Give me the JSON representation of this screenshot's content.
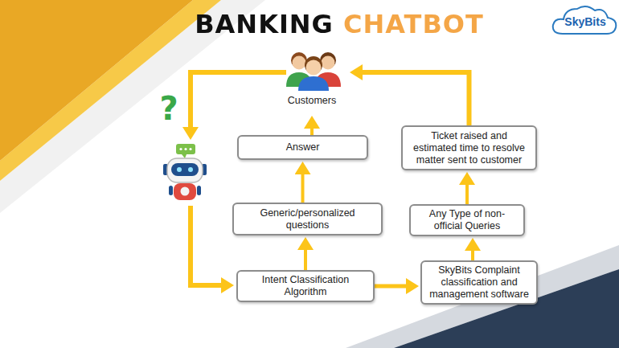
{
  "diagram": {
    "title": "BANKING CHATBOT",
    "nodes": [
      {
        "text": [
          "Customers"
        ]
      },
      {
        "text": [
          "Answer"
        ]
      },
      {
        "text": [
          "Ticket raised and estimated time to resolve matter sent to customer"
        ]
      },
      {
        "text": [
          "Generic/personalized questions"
        ]
      },
      {
        "text": [
          "Any Type of non-official Queries"
        ]
      },
      {
        "text": [
          "Intent Classification Algorithm"
        ]
      },
      {
        "text": [
          "SkyBits Complaint classification and management software"
        ]
      }
    ],
    "edges": [
      {
        "from": 1,
        "to": 0,
        "arrow": "to"
      },
      {
        "from": 2,
        "to": 0,
        "arrow": "to"
      },
      {
        "from": 3,
        "to": 1,
        "arrow": "to"
      },
      {
        "from": 5,
        "to": 3,
        "arrow": "to"
      },
      {
        "from": 5,
        "to": 6,
        "arrow": "to"
      },
      {
        "from": 6,
        "to": 4,
        "arrow": "to"
      },
      {
        "from": 4,
        "to": 2,
        "arrow": "to"
      }
    ],
    "labels": [
      "?",
      "SkyBits"
    ]
  }
}
